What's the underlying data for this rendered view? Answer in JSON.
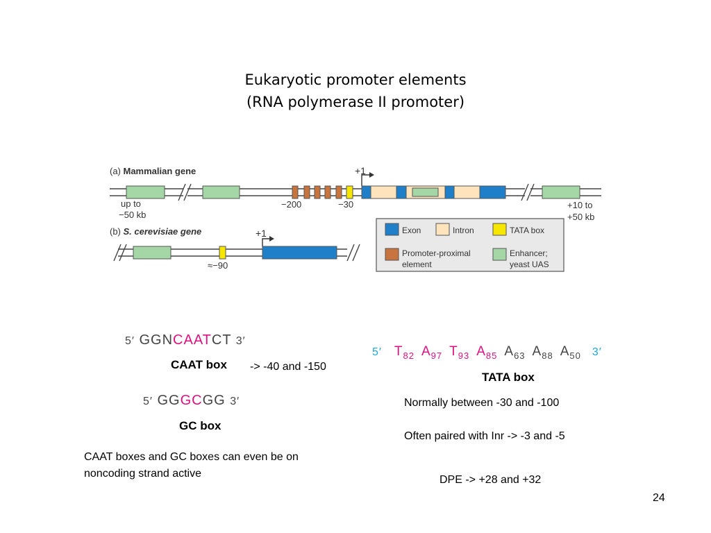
{
  "title": {
    "line1": "Eukaryotic promoter elements",
    "line2": "(RNA polymerase II promoter)"
  },
  "diagram": {
    "panel_a_prefix": "(a) ",
    "panel_a_title": "Mammalian gene",
    "panel_b_prefix": "(b) ",
    "panel_b_title": "S. cerevisiae gene",
    "tss_a": "+1",
    "tss_b": "+1",
    "up_to_line1": "up to",
    "up_to_line2": "−50 kb",
    "minus200": "−200",
    "minus30": "−30",
    "plus10_line1": "+10 to",
    "plus10_line2": "+50 kb",
    "approx90": "≈−90",
    "legend": {
      "exon": "Exon",
      "intron": "Intron",
      "tata": "TATA box",
      "promoter_line1": "Promoter-proximal",
      "promoter_line2": "element",
      "enhancer_line1": "Enhancer;",
      "enhancer_line2": "yeast UAS"
    },
    "colors": {
      "exon": "#1f7fc9",
      "intron": "#fde4bd",
      "tata": "#f7e600",
      "promoter": "#c8743f",
      "enhancer": "#a4d7a5"
    }
  },
  "caat": {
    "five": "5′",
    "pre": "GGN",
    "core": "CAAT",
    "post": "CT",
    "three": "3′",
    "label": "CAAT box",
    "position_note": "-> -40 and -150"
  },
  "gc": {
    "five": "5′",
    "pre": "GG",
    "core": "GC",
    "post": "GG",
    "three": "3′",
    "label": "GC box"
  },
  "tata": {
    "five": "5′",
    "three": "3′",
    "label": "TATA box",
    "bases": [
      {
        "b": "T",
        "n": "82",
        "color": "#e0117f"
      },
      {
        "b": "A",
        "n": "97",
        "color": "#e0117f"
      },
      {
        "b": "T",
        "n": "93",
        "color": "#e0117f"
      },
      {
        "b": "A",
        "n": "85",
        "color": "#e0117f"
      },
      {
        "b": "A",
        "n": "63",
        "color": "#444444"
      },
      {
        "b": "A",
        "n": "88",
        "color": "#444444"
      },
      {
        "b": "A",
        "n": "50",
        "color": "#444444"
      }
    ]
  },
  "notes": {
    "normally": "Normally between -30 and -100",
    "inr": "Often paired with Inr -> -3 and -5",
    "strand_line1": "CAAT boxes and GC boxes can even be on",
    "strand_line2": "noncoding strand active",
    "dpe": "DPE -> +28 and +32"
  },
  "page_number": "24"
}
